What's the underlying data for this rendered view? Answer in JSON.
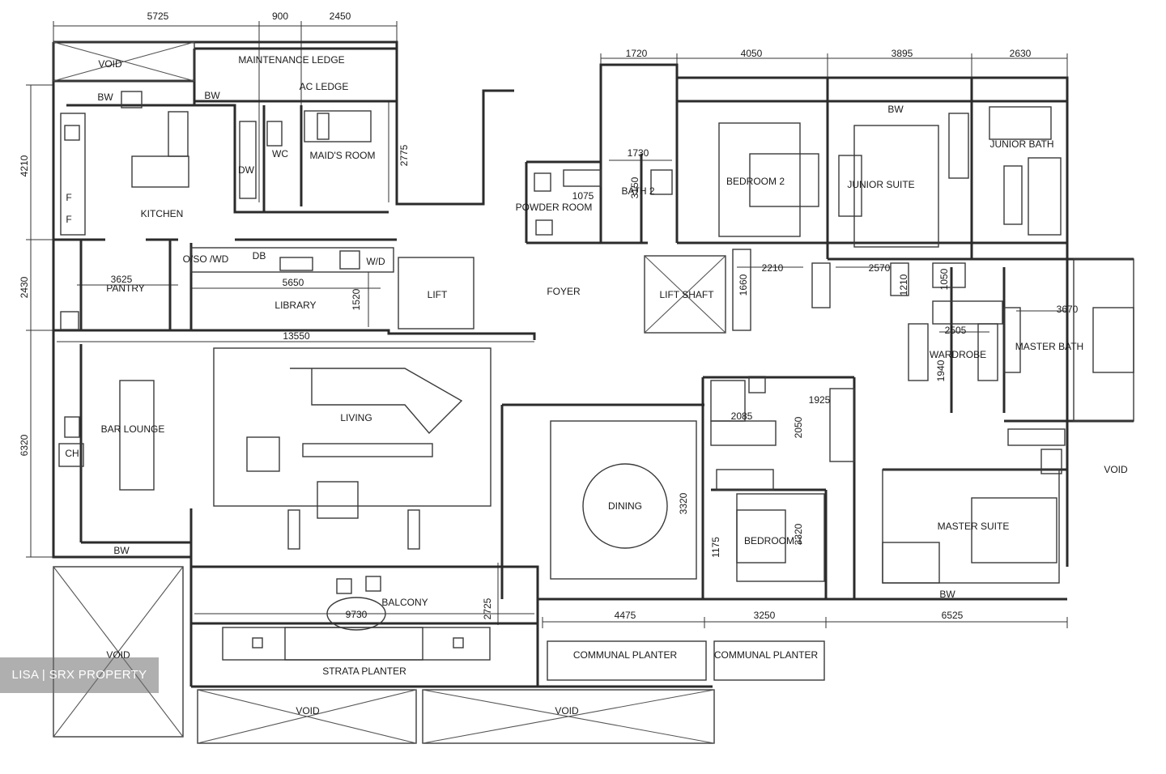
{
  "rooms": {
    "void_top": "VOID",
    "maintenance_ledge": "MAINTENANCE LEDGE",
    "ac_ledge": "AC LEDGE",
    "bw_kitchen": "BW",
    "bw_kitchen_2": "BW",
    "wc": "WC",
    "dw": "DW",
    "maids_room": "MAID'S ROOM",
    "kitchen": "KITCHEN",
    "fridge_1": "F",
    "fridge_2": "F",
    "pantry": "PANTRY",
    "osowd": "O/SO /WD",
    "db": "DB",
    "wd": "W/D",
    "library": "LIBRARY",
    "lift": "LIFT",
    "foyer": "FOYER",
    "powder_room": "POWDER ROOM",
    "bath_2": "BATH 2",
    "lift_shaft": "LIFT SHAFT",
    "bedroom_2": "BEDROOM 2",
    "junior_suite": "JUNIOR SUITE",
    "junior_bath": "JUNIOR BATH",
    "bw_junior": "BW",
    "wardrobe": "WARDROBE",
    "master_bath": "MASTER BATH",
    "bar_lounge": "BAR LOUNGE",
    "ch": "CH",
    "living": "LIVING",
    "dining": "DINING",
    "bedroom_1": "BEDROOM 1",
    "master_suite": "MASTER SUITE",
    "bw_living": "BW",
    "bw_master": "BW",
    "balcony": "BALCONY",
    "strata_planter": "STRATA PLANTER",
    "communal_planter_1": "COMMUNAL PLANTER",
    "communal_planter_2": "COMMUNAL PLANTER",
    "void_left": "VOID",
    "void_bottom_1": "VOID",
    "void_bottom_2": "VOID",
    "void_right": "VOID"
  },
  "dimensions": {
    "top_1": "5725",
    "top_2": "900",
    "top_3": "2450",
    "top_4": "1720",
    "top_5": "4050",
    "top_6": "3895",
    "top_7": "2630",
    "left_1": "4210",
    "left_2": "2430",
    "left_3": "6320",
    "maid_height": "2775",
    "pantry_w": "3625",
    "library_w": "5650",
    "library_h": "1520",
    "living_w": "13550",
    "powder_w": "1075",
    "bath2_w": "1730",
    "bath2_h": "3150",
    "lift_shaft_1": "1660",
    "lift_shaft_2": "2210",
    "junior_1": "2570",
    "junior_2": "1210",
    "junior_3": "1050",
    "master_bath_w": "3670",
    "wardrobe_w": "2505",
    "wardrobe_h": "1940",
    "bed1_1": "2085",
    "bed1_2": "2050",
    "bed1_3": "1925",
    "dining_h": "3320",
    "bed1_h": "3320",
    "bed1_side": "1175",
    "balcony_w": "9730",
    "balcony_h": "2725",
    "bottom_1": "4475",
    "bottom_2": "3250",
    "bottom_3": "6525"
  },
  "watermark": "LISA | SRX PROPERTY"
}
